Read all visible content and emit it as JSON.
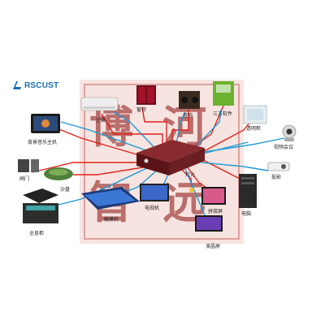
{
  "brand": {
    "name": "RSCUST",
    "color": "#1a6fb5"
  },
  "seal": {
    "text": [
      "博",
      "河",
      "智",
      "远"
    ],
    "color": "#b43a3a"
  },
  "hub": {
    "name": "central-controller",
    "color": "#6b1f22"
  },
  "link_colors": {
    "red": "#e2231a",
    "blue": "#1f9ad6"
  },
  "devices": {
    "aircon": "空调",
    "curtain": "窗帘",
    "speaker": "音响",
    "software": "三方软件",
    "cabinet": "透明柜",
    "videoconf": "视频会议",
    "projector": "投影",
    "tablet": "背景音乐主机",
    "gate": "闸门",
    "sandtable": "沙盘",
    "hologram": "全息柜",
    "touch": "触摸机",
    "tv": "电视机",
    "splice": "拼接屏",
    "light": "灯光",
    "tv_wall": "液晶屏",
    "computer": "电脑"
  }
}
